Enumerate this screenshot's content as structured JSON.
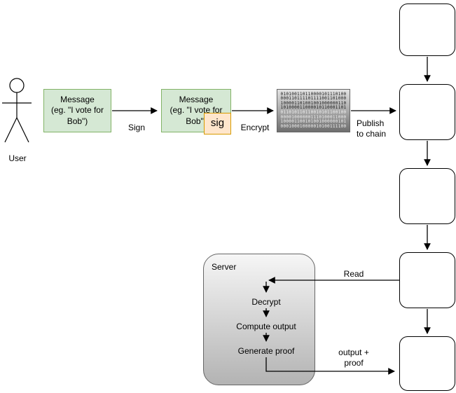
{
  "colors": {
    "message_fill": "#d5e8d4",
    "message_border": "#82b366",
    "sig_fill": "#ffe6cc",
    "sig_border": "#d79b00",
    "server_fill_top": "#f6f6f6",
    "server_fill_bottom": "#b3b3b3",
    "line": "#000000"
  },
  "user": {
    "label": "User"
  },
  "message_box_1": {
    "line1": "Message",
    "line2": "(eg. \"I vote for",
    "line3": "Bob\")"
  },
  "message_box_2": {
    "line1": "Message",
    "line2": "(eg. \"I vote for",
    "line3": "Bob\")"
  },
  "signature_badge": {
    "label": "sig"
  },
  "encrypted_box": {
    "rows": [
      "010100110110000101110100",
      "000110111101111001101000",
      "100001101001001000000110",
      "101000011000010110001101",
      "011010110110010101100100",
      "000010000001110100011000",
      "100001100101001000000101",
      "000100010000010100111100"
    ]
  },
  "labels": {
    "sign": "Sign",
    "encrypt": "Encrypt",
    "publish_line1": "Publish",
    "publish_line2": "to chain",
    "read": "Read",
    "output_line1": "output +",
    "output_line2": "proof"
  },
  "server": {
    "title": "Server",
    "step1": "Decrypt",
    "step2": "Compute output",
    "step3": "Generate proof"
  }
}
